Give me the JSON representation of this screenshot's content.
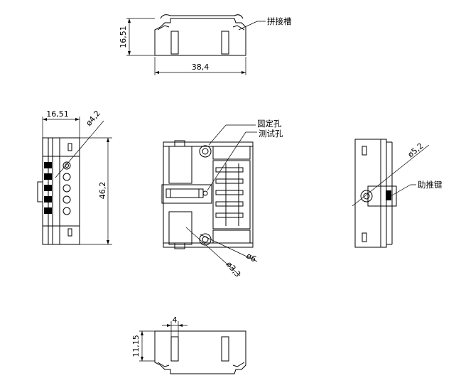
{
  "top_view": {
    "height_dim": "16,51",
    "width_dim": "38,4",
    "callout": "拼接槽"
  },
  "left_view": {
    "width_dim": "16,51",
    "hole_dim": "ø4,2",
    "height_dim": "46,2"
  },
  "front_view": {
    "callout_fixing_hole": "固定孔",
    "callout_test_hole": "测试孔",
    "dim_a": "ø3,3",
    "dim_b": "ø6"
  },
  "right_view": {
    "hole_dim": "ø5,2",
    "callout": "助推键"
  },
  "bottom_view": {
    "slot_dim": "4",
    "height_dim": "11,15"
  }
}
